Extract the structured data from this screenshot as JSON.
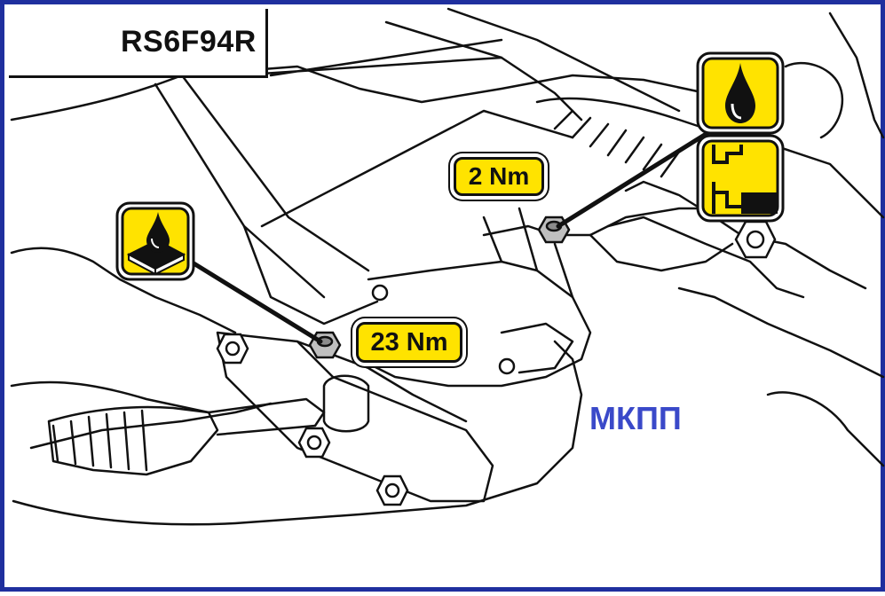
{
  "header": {
    "model_code": "RS6F94R",
    "transmission_icon": "gearbox-icon"
  },
  "callouts": {
    "upper_torque": "2 Nm",
    "lower_torque": "23 Nm",
    "fill_icon": "oil-drop-icon",
    "level_icon": "oil-level-icon",
    "drain_icon": "oil-sealant-icon"
  },
  "label": {
    "transmission_type": "МКПП"
  },
  "colors": {
    "frame_border": "#1f2f9e",
    "callout_fill": "#ffe300",
    "label_text": "#3a49c9"
  }
}
